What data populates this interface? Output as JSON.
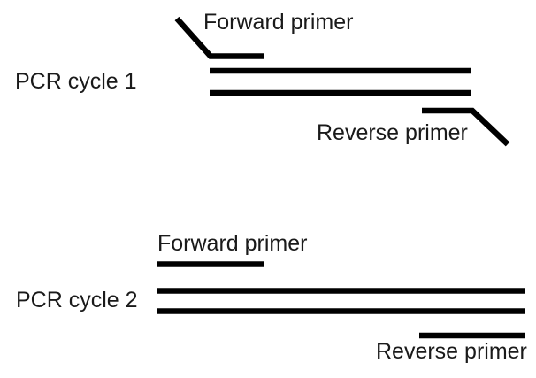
{
  "diagram": {
    "title_semantic": "PCR primer annealing diagram",
    "cycle1": {
      "label": "PCR cycle 1",
      "forward_primer_label": "Forward primer",
      "reverse_primer_label": "Reverse primer"
    },
    "cycle2": {
      "label": "PCR cycle 2",
      "forward_primer_label": "Forward primer",
      "reverse_primer_label": "Reverse primer"
    },
    "colors": {
      "line": "#000000",
      "text": "#1a1a1a",
      "background": "#ffffff"
    }
  }
}
